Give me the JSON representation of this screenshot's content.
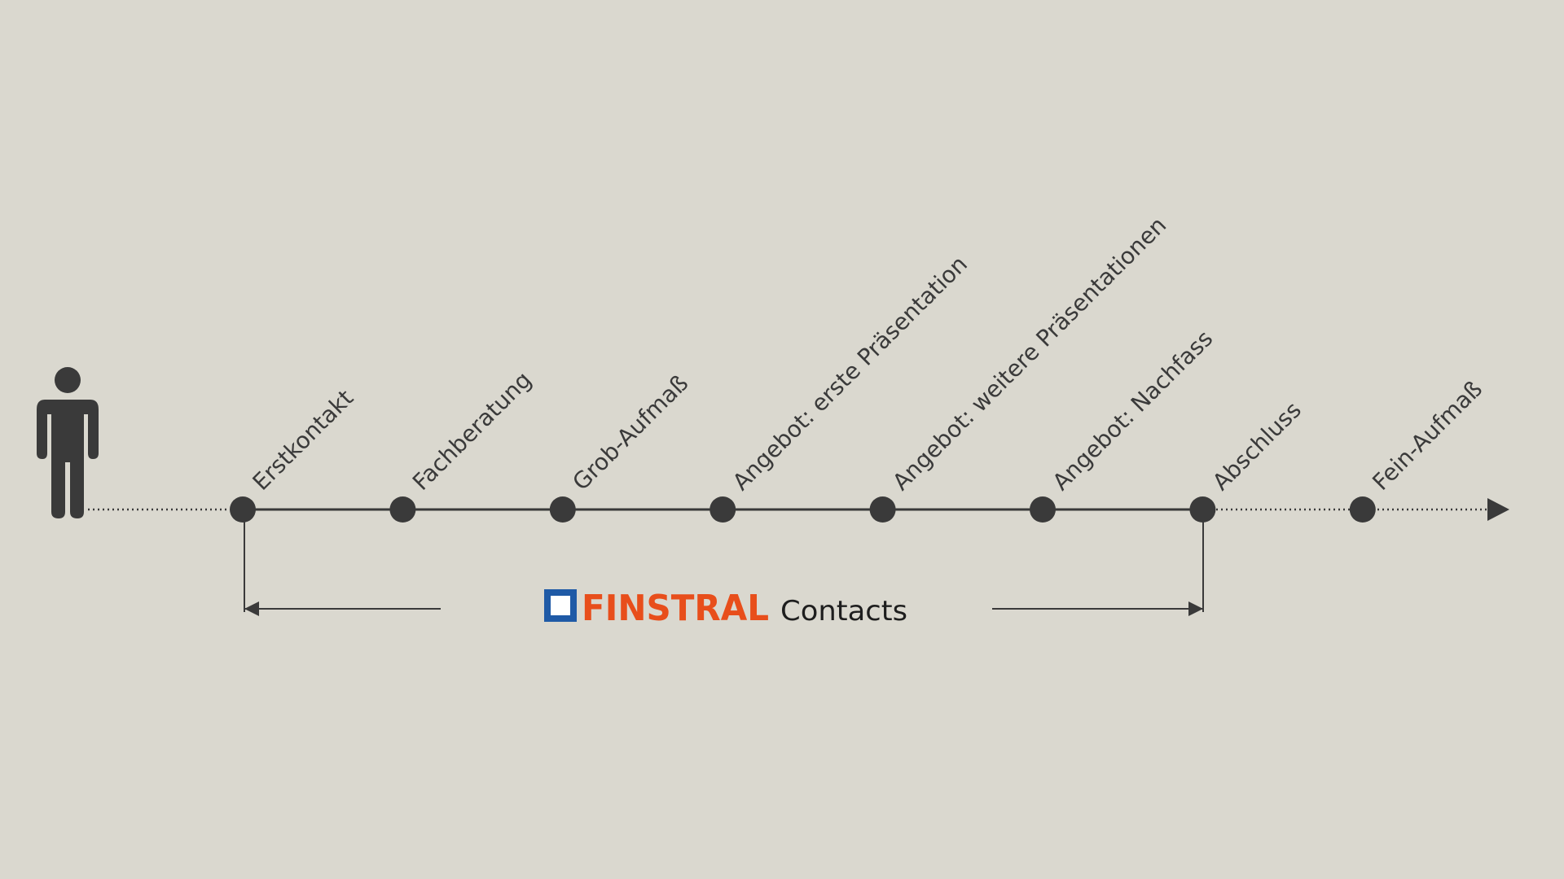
{
  "colors": {
    "background": "#dad8cf",
    "line": "#3a3a3a",
    "brand_orange": "#e84e1b",
    "brand_blue": "#1f5aa6",
    "text": "#3a3a3a"
  },
  "stages": [
    {
      "label": "Erstkontakt"
    },
    {
      "label": "Fachberatung"
    },
    {
      "label": "Grob-Aufmaß"
    },
    {
      "label": "Angebot: erste Präsentation"
    },
    {
      "label": "Angebot: weitere Präsentationen"
    },
    {
      "label": "Angebot: Nachfass"
    },
    {
      "label": "Abschluss"
    },
    {
      "label": "Fein-Aufmaß"
    }
  ],
  "person_icon": "person-icon",
  "logo_icon": "finstral-square-icon",
  "brand": {
    "name": "FINSTRAL",
    "suffix": "Contacts"
  }
}
